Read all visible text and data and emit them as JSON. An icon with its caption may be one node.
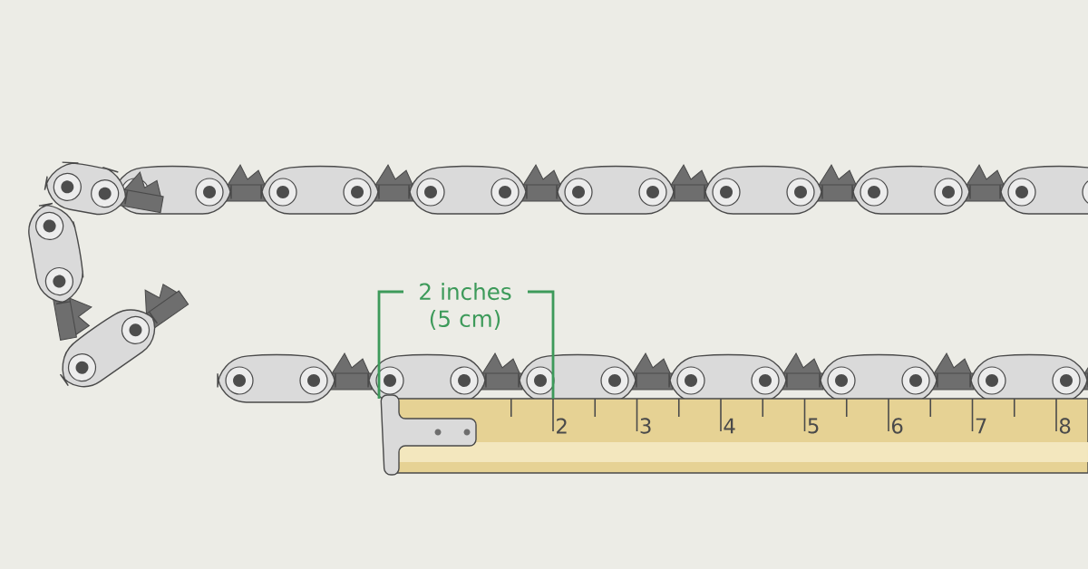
{
  "diagram": {
    "labels": [
      "2 inches (5 cm)",
      "2",
      "3",
      "4",
      "5",
      "6",
      "7",
      "8"
    ]
  }
}
